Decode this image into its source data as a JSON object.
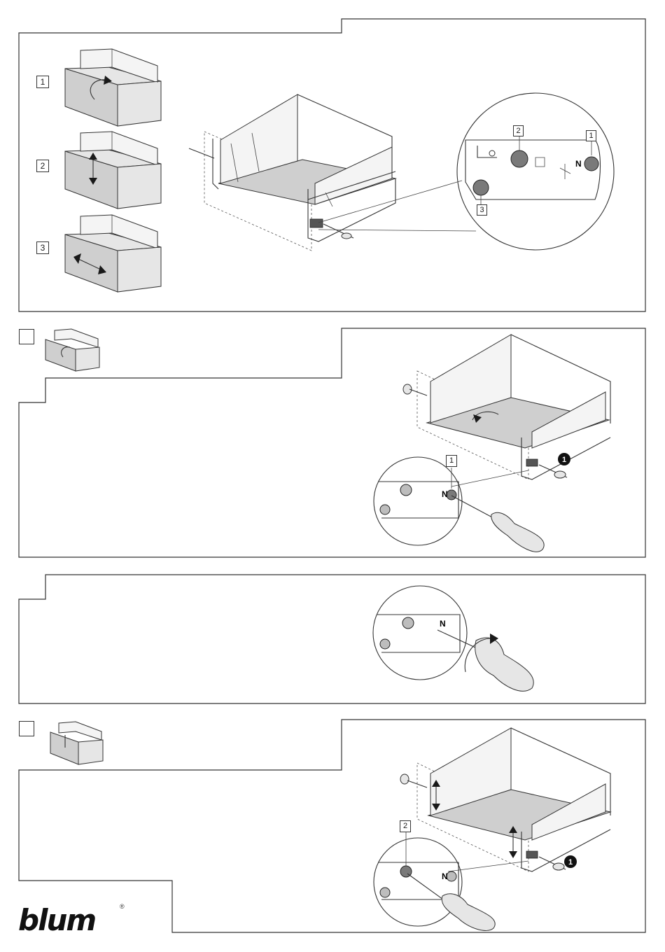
{
  "labels": {
    "step_1": "1",
    "step_2": "2",
    "step_3": "3",
    "callout_1": "1",
    "callout_2": "2",
    "callout_3": "3",
    "section2_callout": "1",
    "section4_callout": "2",
    "bullet_1": "1",
    "n_mark": "N"
  },
  "logo": {
    "text": "blum",
    "registered": "®"
  }
}
